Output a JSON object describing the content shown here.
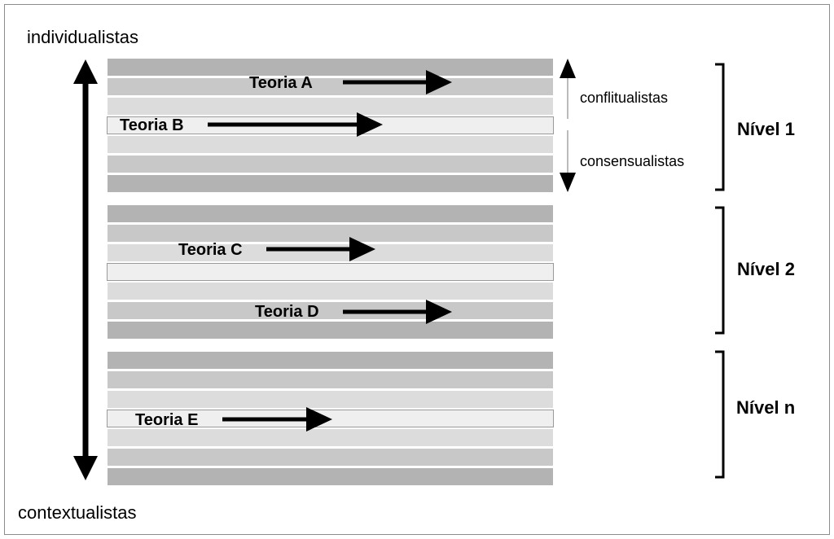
{
  "axis": {
    "top_label": "individualistas",
    "bottom_label": "contextualistas"
  },
  "levels": [
    {
      "label": "Nível 1",
      "theories": [
        {
          "label": "Teoria A",
          "band": 1
        },
        {
          "label": "Teoria B",
          "band": 3
        }
      ],
      "sub_axis": {
        "up_label": "conflitualistas",
        "down_label": "consensualistas"
      }
    },
    {
      "label": "Nível 2",
      "theories": [
        {
          "label": "Teoria C",
          "band": 2
        },
        {
          "label": "Teoria D",
          "band": 5
        }
      ]
    },
    {
      "label": "Nível n",
      "theories": [
        {
          "label": "Teoria E",
          "band": 3
        }
      ]
    }
  ],
  "colors": {
    "frame": "#8c8c8c",
    "band_dark": "#b3b3b3",
    "band_mid": "#c8c8c8",
    "band_light": "#dcdcdc",
    "band_center": "#efefef",
    "band_separator": "#ffffff",
    "ink": "#000000"
  },
  "icons": {
    "main_axis": "double-arrow-vertical-icon",
    "theory_arrow": "arrow-right-icon",
    "bracket": "right-bracket-icon"
  }
}
